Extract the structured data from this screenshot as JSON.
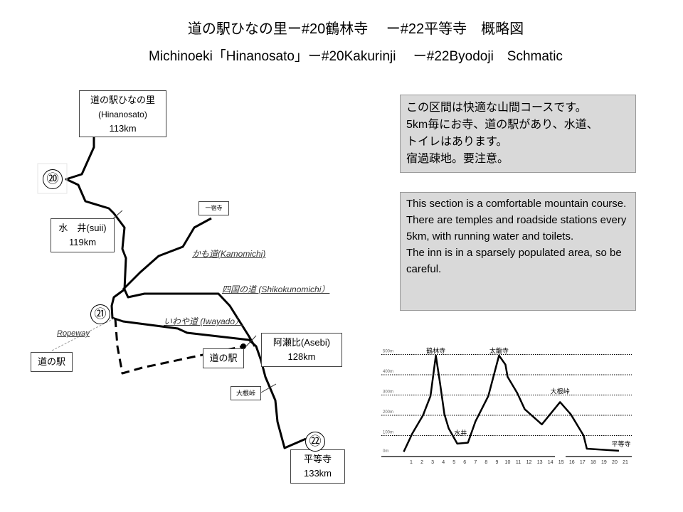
{
  "title_ja": "道の駅ひなの里ー#20鶴林寺　 ー#22平等寺　概略図",
  "title_en": "Michinoeki「Hinanosato」ー#20Kakurinji　 ー#22Byodoji　Schmatic",
  "places": {
    "hinanosato": {
      "name": "道の駅ひなの里",
      "roman": "(Hinanosato)",
      "km": "113km"
    },
    "suii": {
      "name": "水　井(suii)",
      "km": "119km"
    },
    "asebi": {
      "name": "阿瀬比(Asebi)",
      "km": "128km"
    },
    "byodoji": {
      "name": "平等寺",
      "km": "133km"
    },
    "ichijukuji": "一宿寺",
    "oneToge": "大根峠",
    "station_left": "道の駅",
    "station_mid": "道の駅"
  },
  "temples": {
    "t20": "⑳",
    "t21": "㉑",
    "t22": "㉒"
  },
  "roads": {
    "kamomichi": "かも道(Kamomichi)",
    "shikoku": "四国の道 (Shikokunomichi）",
    "iwayado": "いわや道 (Iwayado）",
    "ropeway": "Ropeway"
  },
  "note_ja": [
    "この区間は快適な山間コースです。",
    "5km毎にお寺、道の駅があり、水道、",
    "トイレはあります。",
    "宿過疎地。要注意。"
  ],
  "note_en": [
    "This section is a comfortable mountain course.",
    "There are temples and roadside stations every 5km, with running water and toilets.",
    "The inn is in a sparsely populated area, so be careful."
  ],
  "elevation_profile": {
    "type": "line",
    "y_ticks": [
      "500m",
      "400m",
      "300m",
      "200m",
      "100m",
      "0m"
    ],
    "y_values": [
      500,
      400,
      300,
      200,
      100,
      0
    ],
    "x_ticks": [
      "1",
      "2",
      "3",
      "4",
      "5",
      "6",
      "7",
      "8",
      "9",
      "10",
      "11",
      "12",
      "13",
      "14",
      "15",
      "16",
      "17",
      "18",
      "19",
      "20",
      "21"
    ],
    "ylim": [
      0,
      500
    ],
    "points": [
      [
        0.3,
        20
      ],
      [
        1.1,
        110
      ],
      [
        2.1,
        200
      ],
      [
        2.8,
        295
      ],
      [
        3.3,
        495
      ],
      [
        3.7,
        355
      ],
      [
        4.1,
        205
      ],
      [
        4.5,
        135
      ],
      [
        5.3,
        60
      ],
      [
        6.3,
        65
      ],
      [
        7.0,
        170
      ],
      [
        8.2,
        295
      ],
      [
        9.2,
        495
      ],
      [
        9.8,
        450
      ],
      [
        10.0,
        390
      ],
      [
        10.9,
        310
      ],
      [
        11.6,
        230
      ],
      [
        13.2,
        155
      ],
      [
        14.9,
        265
      ],
      [
        15.9,
        205
      ],
      [
        17.1,
        100
      ],
      [
        17.4,
        35
      ],
      [
        20.4,
        25
      ]
    ],
    "labels": [
      {
        "text": "鶴林寺",
        "km": 3.3,
        "elev": 500
      },
      {
        "text": "太龍寺",
        "km": 9.2,
        "elev": 500
      },
      {
        "text": "水井",
        "km": 5.6,
        "elev": 95
      },
      {
        "text": "大根峠",
        "km": 14.9,
        "elev": 300
      },
      {
        "text": "平等寺",
        "km": 20.6,
        "elev": 40
      }
    ]
  }
}
